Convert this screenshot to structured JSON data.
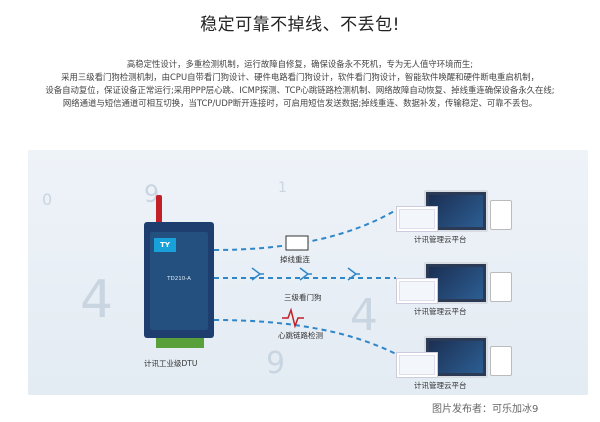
{
  "title": "稳定可靠不掉线、不丢包!",
  "description": [
    "高稳定性设计，多重检测机制，运行故障自修复，确保设备永不死机，专为无人值守环境而生;",
    "采用三级看门狗检测机制，由CPU自带看门狗设计、硬件电路看门狗设计，软件看门狗设计，智能软件唤醒和硬件断电重启机制，",
    "设备自动复位，保证设备正常运行;采用PPP层心跳、ICMP探测、TCP心跳链路检测机制、网络故障自动恢复、掉线重连确保设备永久在线;",
    "网络通道与短信通道可相互切换，当TCP/UDP断开连接时，可启用短信发送数据;掉线重连、数据补发，传输稳定、可靠不丢包。"
  ],
  "diagram": {
    "device_label": "计讯工业级DTU",
    "device_logo": "TY",
    "device_model": "TD210-A",
    "links": [
      {
        "label": "掉线重连"
      },
      {
        "label": "三级看门狗"
      },
      {
        "label": "心跳链路检测"
      }
    ],
    "cloud_label": "计讯管理云平台",
    "watermark_digits": [
      "4",
      "4",
      "9",
      "9",
      "1",
      "0"
    ]
  },
  "credit": "图片发布者：可乐加冰9",
  "colors": {
    "link": "#2f86c8",
    "dtu_body": "#1d3e6e",
    "accent_red": "#c21f27",
    "terminal": "#5aa03a"
  }
}
